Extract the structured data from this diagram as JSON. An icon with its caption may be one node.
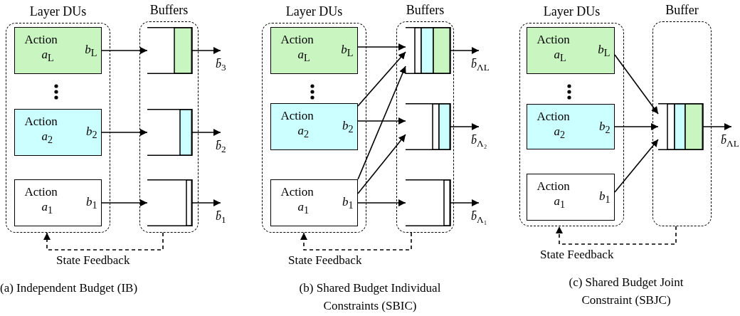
{
  "diagram": {
    "nodes": [
      {
        "text": [
          "Layer DUs"
        ]
      },
      {
        "text": [
          "Action",
          "*a*$_{L}$",
          "*b*$_{L}$"
        ],
        "in": 0
      },
      {
        "text": [
          "Action",
          "*a*$_{2}$",
          "*b*$_{2}$"
        ],
        "in": 0
      },
      {
        "text": [
          "Action",
          "*a*$_{1}$",
          "*b*$_{1}$"
        ],
        "in": 0
      },
      {
        "text": [
          "Buffers"
        ]
      },
      {
        "text": [],
        "shape": "box",
        "in": 4
      },
      {
        "text": [],
        "shape": "box",
        "in": 4
      },
      {
        "text": [],
        "shape": "box",
        "in": 4
      },
      {
        "text": [
          "Layer DUs"
        ]
      },
      {
        "text": [
          "Action",
          "*a*$_{L}$",
          "*b*$_{L}$"
        ],
        "in": 8
      },
      {
        "text": [
          "Action",
          "*a*$_{2}$",
          "*b*$_{2}$"
        ],
        "in": 8
      },
      {
        "text": [
          "Action",
          "*a*$_{1}$",
          "*b*$_{1}$"
        ],
        "in": 8
      },
      {
        "text": [
          "Buffers"
        ]
      },
      {
        "text": [],
        "shape": "box",
        "in": 12
      },
      {
        "text": [],
        "shape": "box",
        "in": 12
      },
      {
        "text": [],
        "shape": "box",
        "in": 12
      },
      {
        "text": [
          "Layer DUs"
        ]
      },
      {
        "text": [
          "Action",
          "*a*$_{L}$",
          "*b*$_{L}$"
        ],
        "in": 16
      },
      {
        "text": [
          "Action",
          "*a*$_{2}$",
          "*b*$_{2}$"
        ],
        "in": 16
      },
      {
        "text": [
          "Action",
          "*a*$_{1}$",
          "*b*$_{1}$"
        ],
        "in": 16
      },
      {
        "text": [
          "Buffer"
        ]
      },
      {
        "text": [],
        "shape": "box",
        "in": 20
      }
    ],
    "edges": [
      {
        "from": 1,
        "to": 5,
        "arrow": "to"
      },
      {
        "from": 2,
        "to": 6,
        "arrow": "to"
      },
      {
        "from": 3,
        "to": 7,
        "arrow": "to"
      },
      {
        "from": 5,
        "to": null,
        "arrow": "to",
        "label": "*b̄*$_{3}$"
      },
      {
        "from": 6,
        "to": null,
        "arrow": "to",
        "label": "*b̄*$_{2}$"
      },
      {
        "from": 7,
        "to": null,
        "arrow": "to",
        "label": "*b̄*$_{1}$"
      },
      {
        "from": 4,
        "to": 0,
        "arrow": "to",
        "style": "dashed",
        "label": "State Feedback"
      },
      {
        "from": 9,
        "to": 13,
        "arrow": "to"
      },
      {
        "from": 10,
        "to": 13,
        "arrow": "to"
      },
      {
        "from": 10,
        "to": 14,
        "arrow": "to"
      },
      {
        "from": 11,
        "to": 13,
        "arrow": "to"
      },
      {
        "from": 11,
        "to": 14,
        "arrow": "to"
      },
      {
        "from": 11,
        "to": 15,
        "arrow": "to"
      },
      {
        "from": 13,
        "to": null,
        "arrow": "to",
        "label": "*b̄*$_{Λ}$$_{L}$"
      },
      {
        "from": 14,
        "to": null,
        "arrow": "to",
        "label": "*b̄*$_{Λ₂}$"
      },
      {
        "from": 15,
        "to": null,
        "arrow": "to",
        "label": "*b̄*$_{Λ₁}$"
      },
      {
        "from": 12,
        "to": 8,
        "arrow": "to",
        "style": "dashed",
        "label": "State Feedback"
      },
      {
        "from": 17,
        "to": 21,
        "arrow": "to"
      },
      {
        "from": 18,
        "to": 21,
        "arrow": "to"
      },
      {
        "from": 19,
        "to": 21,
        "arrow": "to"
      },
      {
        "from": 21,
        "to": null,
        "arrow": "to",
        "label": "*b̄*$_{Λ}$$_{L}$"
      },
      {
        "from": 20,
        "to": 16,
        "arrow": "to",
        "style": "dashed",
        "label": "State Feedback"
      }
    ],
    "labels": [
      "(a) Independent Budget (IB)",
      "(b) Shared Budget Individual Constraints (SBIC)",
      "(c) Shared Budget Joint Constraint (SBJC)"
    ]
  }
}
